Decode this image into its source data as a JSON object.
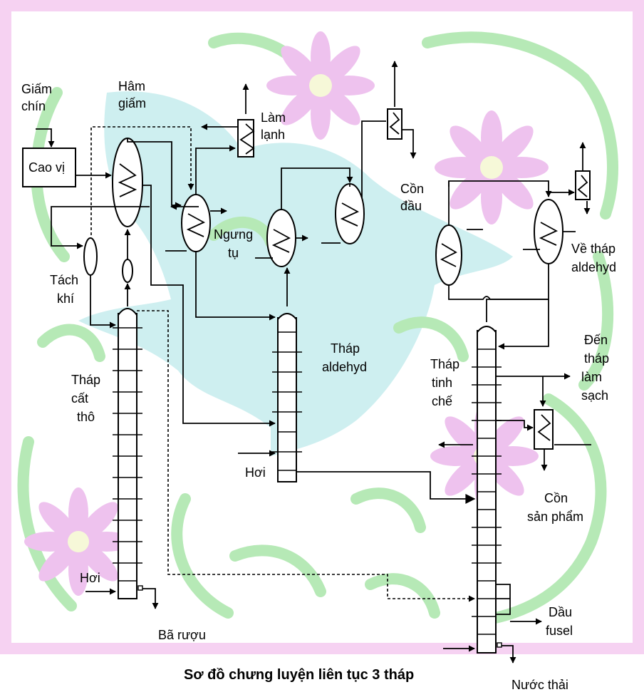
{
  "title": "Sơ đồ chưng luyện liên tục 3 tháp",
  "labels": {
    "giam_chin_1": "Giấm",
    "giam_chin_2": "chín",
    "ham_giam_1": "Hâm",
    "ham_giam_2": "giấm",
    "cao_vi": "Cao vị",
    "lam_lanh_1": "Làm",
    "lam_lanh_2": "lạnh",
    "ngung_tu_1": "Ngưng",
    "ngung_tu_2": "tụ",
    "con_dau_1": "Cồn",
    "con_dau_2": "đầu",
    "ve_thap_1": "Về tháp",
    "ve_thap_2": "aldehyd",
    "tach_khi_1": "Tách",
    "tach_khi_2": "khí",
    "thap_cat_1": "Tháp",
    "thap_cat_2": "cất",
    "thap_cat_3": "thô",
    "thap_ald_1": "Tháp",
    "thap_ald_2": "aldehyd",
    "thap_tinh_1": "Tháp",
    "thap_tinh_2": "tinh",
    "thap_tinh_3": "chế",
    "den_thap_1": "Đến",
    "den_thap_2": "tháp",
    "den_thap_3": "làm",
    "den_thap_4": "sạch",
    "ho_1": "Hơi",
    "ho_2": "Hơi",
    "con_sp_1": "Cồn",
    "con_sp_2": "sản phẩm",
    "dau_fusel_1": "Dầu",
    "dau_fusel_2": "fusel",
    "ba_ruou": "Bã rượu",
    "nuoc_thai": "Nước thải"
  },
  "colors": {
    "border": "#f6d2f2",
    "bird": "#c6eced",
    "leaf": "#b6e9b6",
    "flower": "#eec2ee",
    "flower_center": "#f6f8d8",
    "line": "#000000"
  }
}
